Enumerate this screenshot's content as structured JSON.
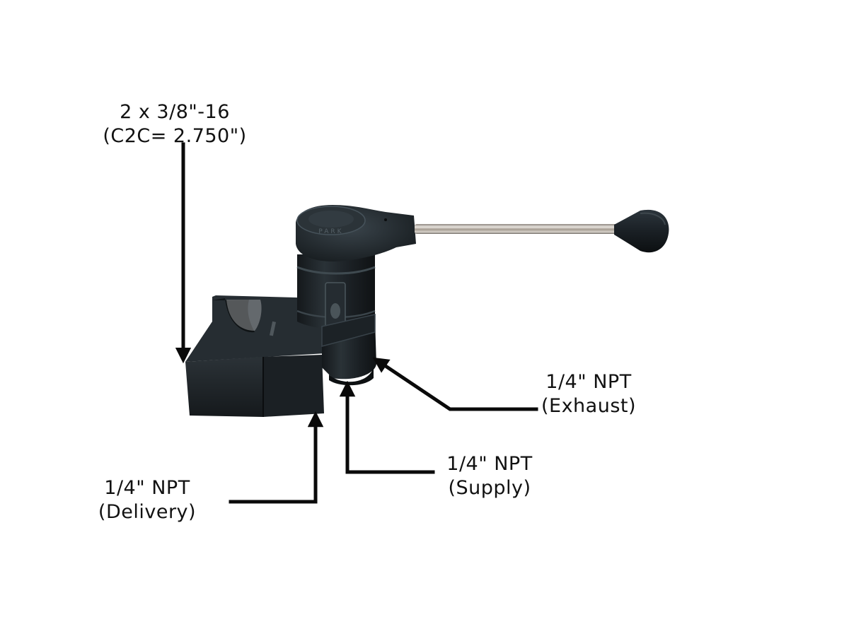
{
  "product": {
    "name": "Park control valve",
    "knob_color": "#1c2226",
    "body_color": "#1e2428",
    "rod_color": "#b9b4ac",
    "cap_emboss_text": "PARK"
  },
  "annotations": {
    "mount": {
      "line1": "2 x 3/8\"-16",
      "line2": "(C2C= 2.750\")"
    },
    "exhaust": {
      "line1": "1/4\" NPT",
      "line2": "(Exhaust)"
    },
    "supply": {
      "line1": "1/4\" NPT",
      "line2": "(Supply)"
    },
    "delivery": {
      "line1": "1/4\" NPT",
      "line2": "(Delivery)"
    }
  },
  "colors": {
    "background": "#ffffff",
    "arrow": "#0a0a0a",
    "text": "#111111"
  }
}
